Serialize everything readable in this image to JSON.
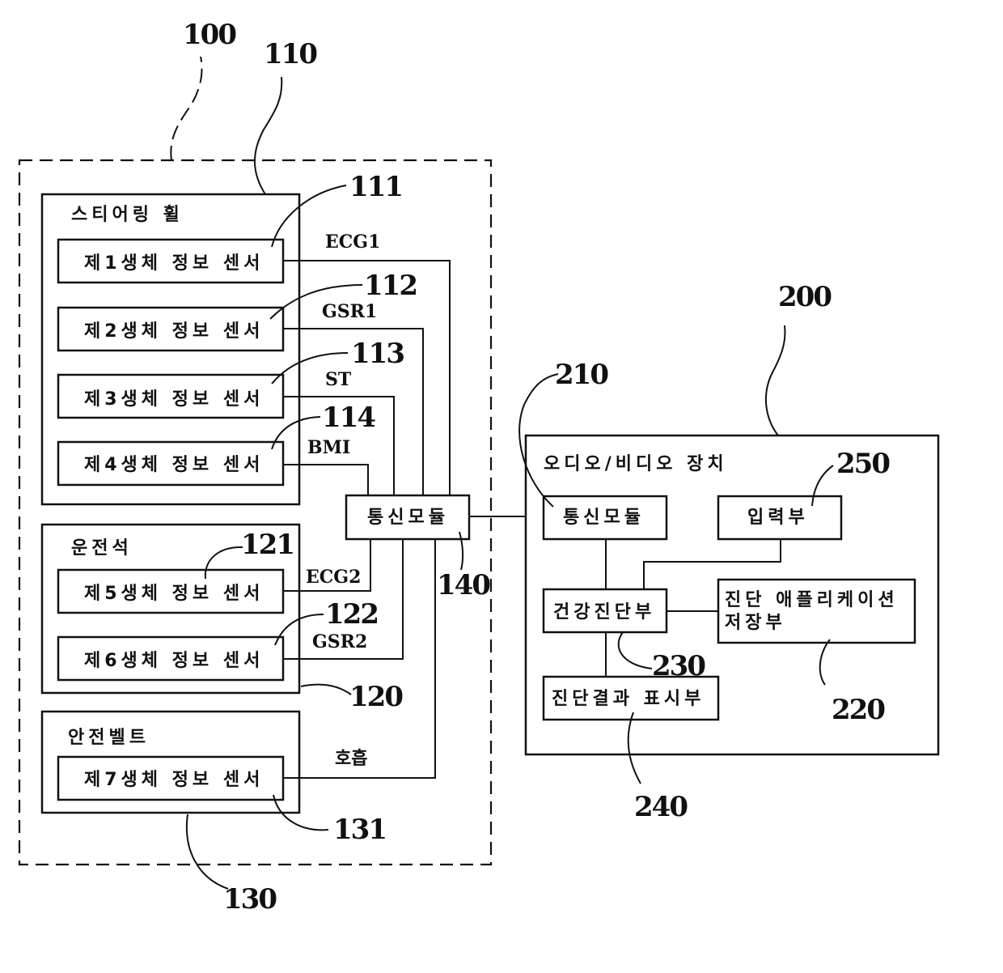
{
  "figure": {
    "system_vehicle": {
      "ref": "100",
      "steering_wheel": {
        "ref": "110",
        "label": "스티어링 휠",
        "sensors": [
          {
            "ref": "111",
            "label": "제1생체 정보 센서",
            "signal": "ECG1"
          },
          {
            "ref": "112",
            "label": "제2생체 정보 센서",
            "signal": "GSR1"
          },
          {
            "ref": "113",
            "label": "제3생체 정보 센서",
            "signal": "ST"
          },
          {
            "ref": "114",
            "label": "제4생체 정보 센서",
            "signal": "BMI"
          }
        ]
      },
      "driver_seat": {
        "ref": "120",
        "label": "운전석",
        "sensors": [
          {
            "ref": "121",
            "label": "제5생체 정보 센서",
            "signal": "ECG2"
          },
          {
            "ref": "122",
            "label": "제6생체 정보 센서",
            "signal": "GSR2"
          }
        ]
      },
      "seat_belt": {
        "ref": "130",
        "label": "안전벨트",
        "sensors": [
          {
            "ref": "131",
            "label": "제7생체 정보 센서",
            "signal": "호흡"
          }
        ]
      },
      "comm_module": {
        "ref": "140",
        "label": "통신모듈"
      }
    },
    "av_device": {
      "ref": "200",
      "label": "오디오/비디오 장치",
      "comm_module": {
        "ref": "210",
        "label": "통신모듈"
      },
      "app_storage": {
        "ref": "220",
        "label_line1": "진단 애플리케이션",
        "label_line2": "저장부"
      },
      "health_diagnosis": {
        "ref": "230",
        "label": "건강진단부"
      },
      "result_display": {
        "ref": "240",
        "label": "진단결과 표시부"
      },
      "input_unit": {
        "ref": "250",
        "label": "입력부"
      }
    }
  }
}
